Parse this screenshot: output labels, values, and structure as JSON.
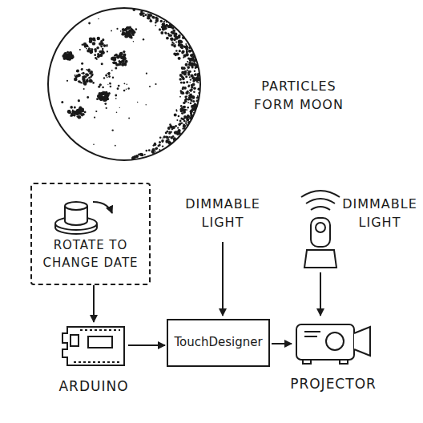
{
  "diagram": {
    "nodes": [
      {
        "text": [
          "ROTATE TO CHANGE DATE"
        ]
      },
      {
        "text": [
          "ARDUINO"
        ]
      },
      {
        "text": [
          "TouchDesigner"
        ]
      },
      {
        "text": [
          "PROJECTOR"
        ]
      }
    ],
    "edges": [
      {
        "from": 0,
        "to": 1,
        "arrow": "to"
      },
      {
        "from": 1,
        "to": 2,
        "arrow": "to"
      },
      {
        "from": 2,
        "to": 3,
        "arrow": "to"
      }
    ],
    "labels": [
      "PARTICLES FORM MOON",
      "DIMMABLE LIGHT",
      "DIMMABLE LIGHT"
    ]
  }
}
